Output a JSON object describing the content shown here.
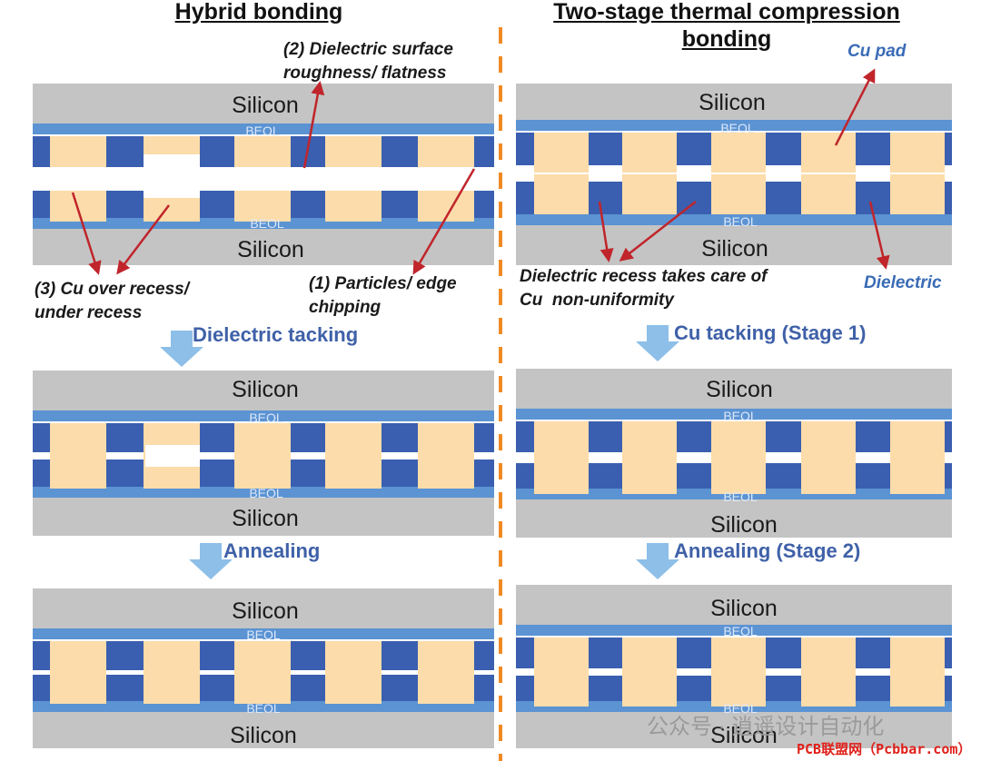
{
  "left": {
    "title": "Hybrid bonding",
    "note_surface": "(2) Dielectric surface\nroughness/ flatness",
    "note_cu": "(3) Cu over recess/\nunder recess",
    "note_particles": "(1) Particles/ edge\nchipping",
    "step1": "Dielectric tacking",
    "step2": "Annealing"
  },
  "right": {
    "title": "Two-stage thermal compression\nbonding",
    "note_cupad": "Cu pad",
    "note_recess": "Dielectric recess takes care of\nCu  non-uniformity",
    "note_dielectric": "Dielectric",
    "step1": "Cu tacking (Stage 1)",
    "step2": "Annealing (Stage 2)"
  },
  "labels": {
    "silicon": "Silicon",
    "beol": "BEOL"
  },
  "colors": {
    "silicon": "#c4c4c4",
    "beol_light": "#5b93d3",
    "dielectric_dark": "#3a5fb0",
    "copper": "#fcdcaa",
    "arrow_red": "#c0252b",
    "step_arrow": "#8dbfe8",
    "divider": "#f08a24"
  },
  "watermark": {
    "text": "公众号 · 逍遥设计自动化",
    "site": "PCB联盟网（Pcbbar.com）"
  }
}
